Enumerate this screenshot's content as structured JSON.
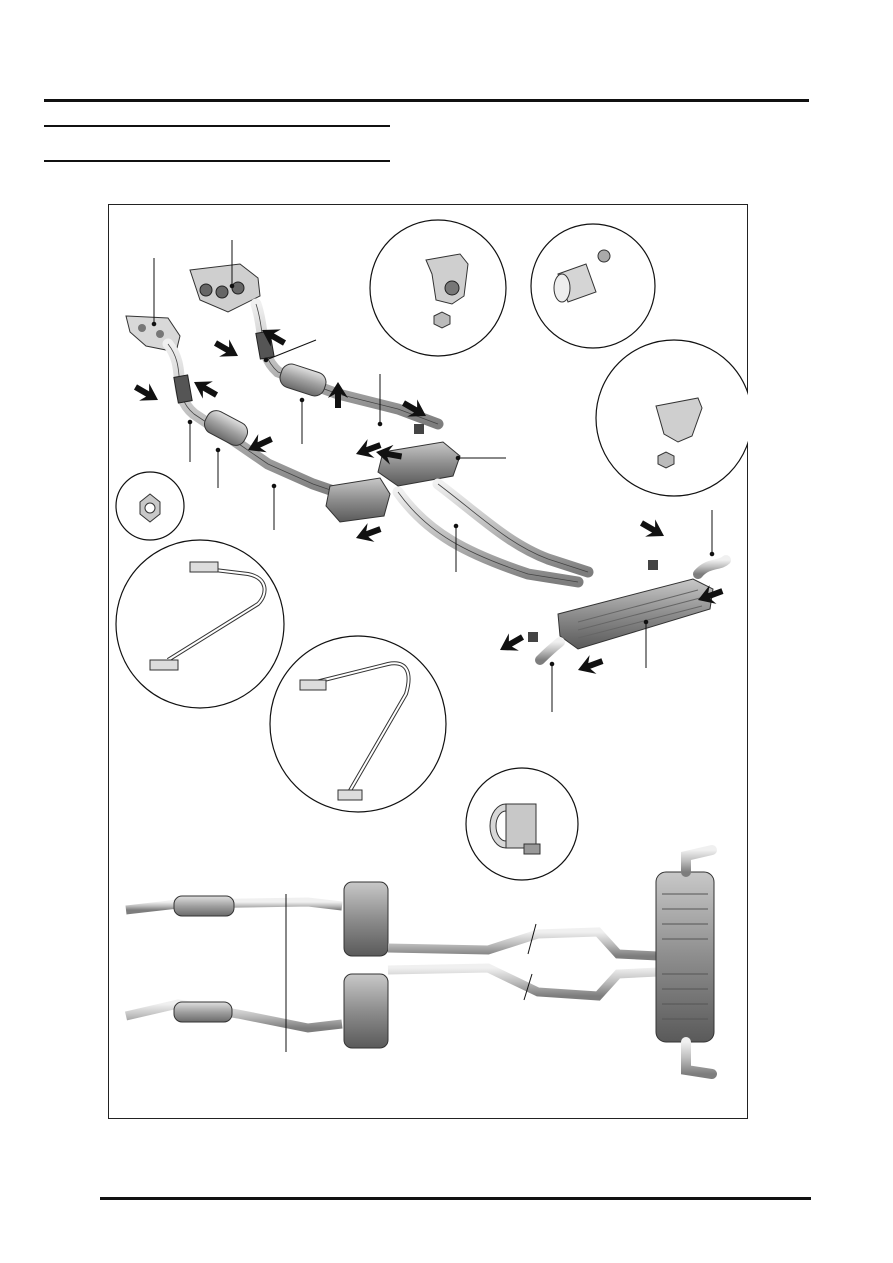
{
  "page": {
    "header_rules": [
      "top-rule",
      "title-rule-1",
      "title-rule-2"
    ],
    "footer_rules": [
      "bottom-rule"
    ]
  },
  "figure": {
    "subject": "exhaust-system-exploded-view",
    "callout_count": 14,
    "arrow_count": 14,
    "detail_insets": [
      "bracket-mount",
      "gasket-sleeve",
      "rear-bracket",
      "nut",
      "oxygen-sensor-1",
      "oxygen-sensor-2",
      "clamp"
    ],
    "colors": {
      "line": "#111111",
      "metal_light": "#d9d9d9",
      "metal_dark": "#7a7a7a",
      "muffler": "#8a8a8a"
    }
  }
}
